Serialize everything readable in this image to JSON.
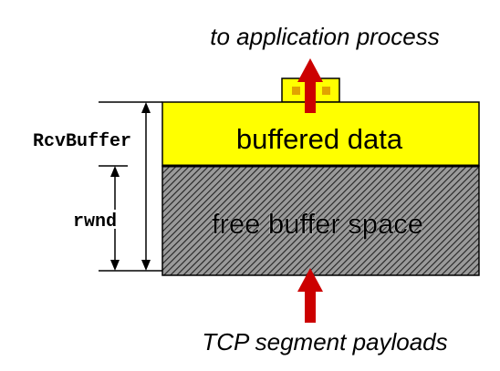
{
  "top_caption": "to application process",
  "bottom_caption": "TCP segment payloads",
  "buffered_label": "buffered data",
  "free_label": "free buffer space",
  "rcvbuffer_label": "RcvBuffer",
  "rwnd_label": "rwnd",
  "colors": {
    "buffered_fill": "#ffff00",
    "free_fill": "#888888",
    "hatch_line": "#222222",
    "arrow": "#cc0000",
    "packet_inner": "#e1a300",
    "outline": "#000000"
  }
}
